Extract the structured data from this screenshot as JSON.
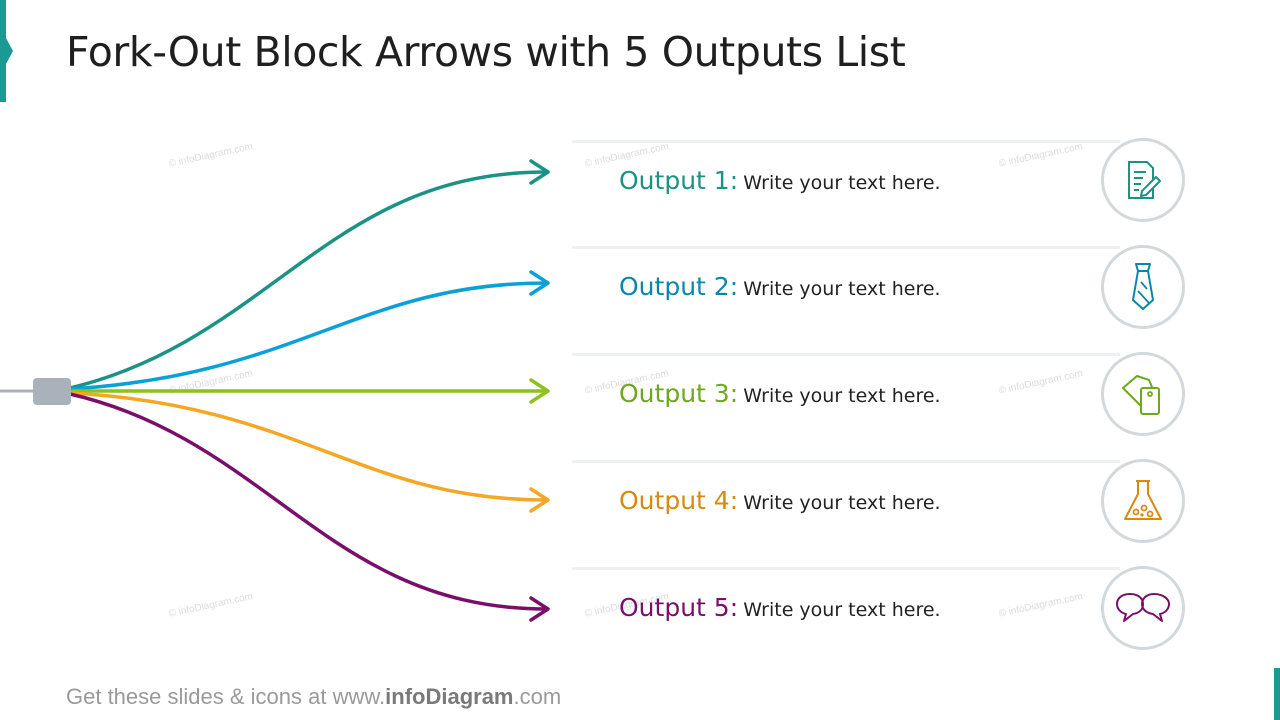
{
  "title": "Fork-Out Block Arrows with 5 Outputs List",
  "colors": {
    "accent": "#1a9a93",
    "hub": "#a9b2bb",
    "input_line": "#a9b2bb"
  },
  "outputs": [
    {
      "label": "Output 1:",
      "text": "Write your text here.",
      "color": "#1a9284",
      "icon": "document-pencil-icon"
    },
    {
      "label": "Output 2:",
      "text": "Write your text here.",
      "color": "#0aa0d8",
      "label_color": "#0a86ab",
      "icon": "necktie-icon"
    },
    {
      "label": "Output 3:",
      "text": "Write your text here.",
      "color": "#8cc21a",
      "label_color": "#6fa81a",
      "icon": "price-tags-icon"
    },
    {
      "label": "Output 4:",
      "text": "Write your text here.",
      "color": "#f5a623",
      "label_color": "#d9890c",
      "icon": "lab-flask-icon"
    },
    {
      "label": "Output 5:",
      "text": "Write your text here.",
      "color": "#7a0f6b",
      "icon": "speech-bubbles-icon"
    }
  ],
  "watermark": "© infoDiagram.com",
  "footer": {
    "prefix": "Get these slides & icons at www.",
    "brand": "infoDiagram",
    "suffix": ".com"
  }
}
